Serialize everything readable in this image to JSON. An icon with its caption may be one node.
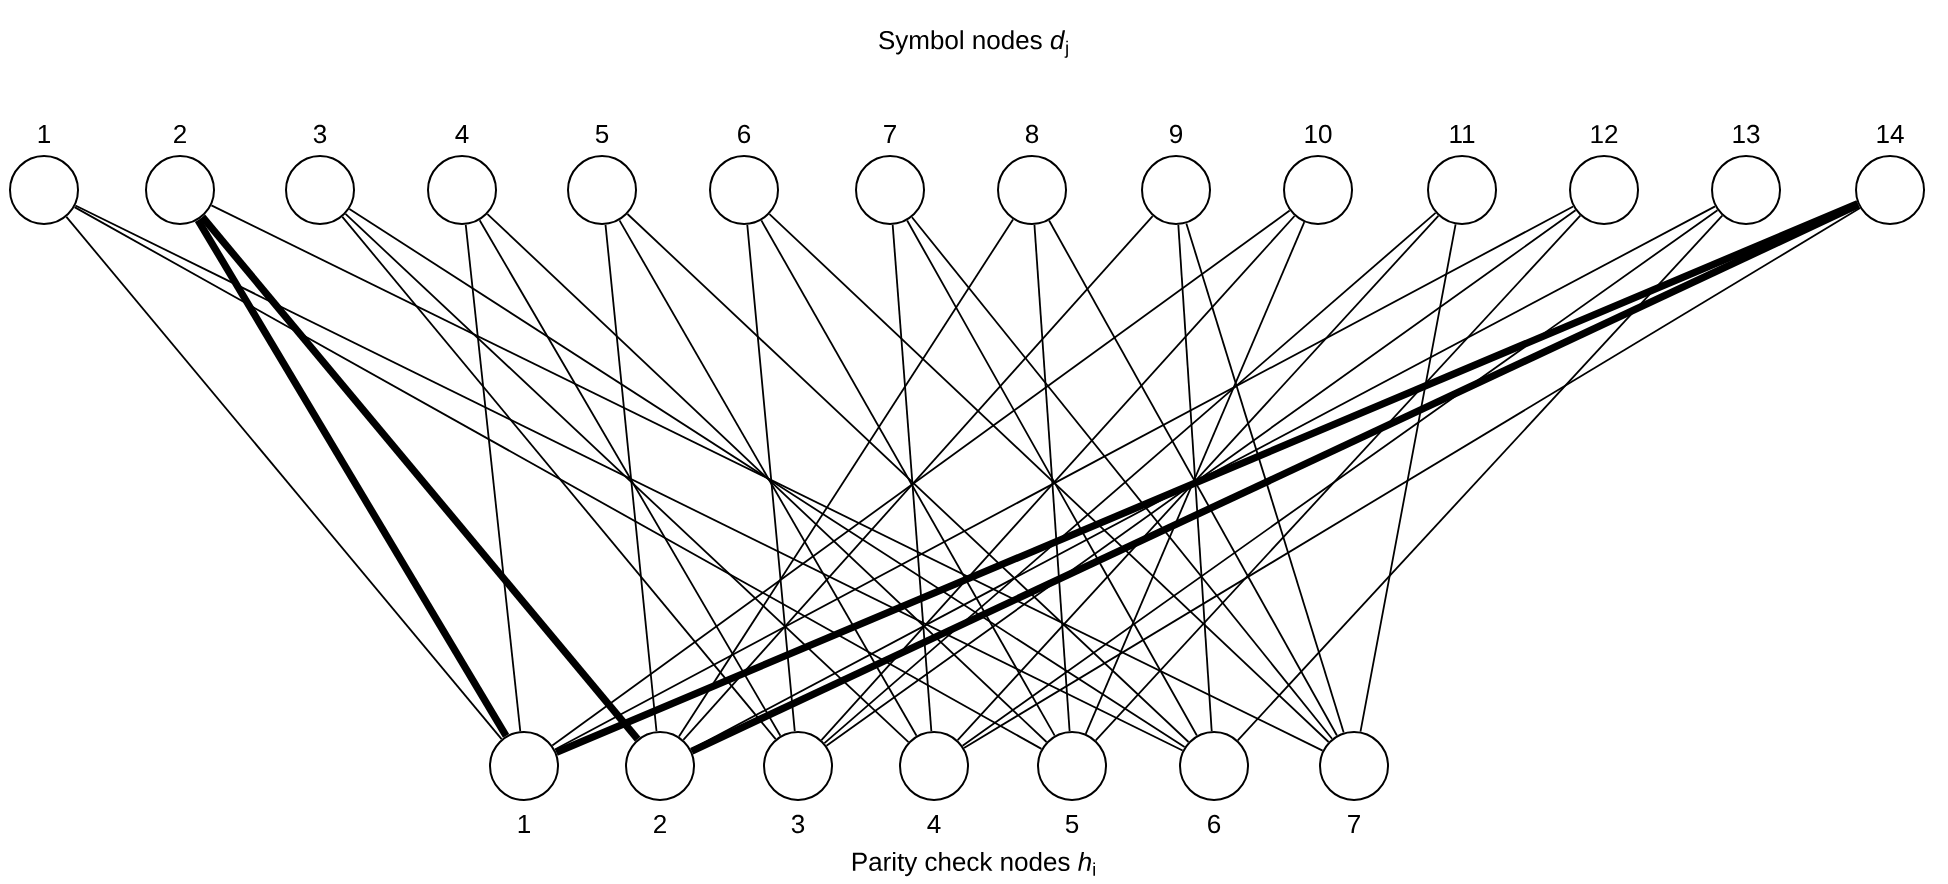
{
  "diagram": {
    "nodes": [
      {
        "text": [
          "1"
        ]
      },
      {
        "text": [
          "2"
        ]
      },
      {
        "text": [
          "3"
        ]
      },
      {
        "text": [
          "4"
        ]
      },
      {
        "text": [
          "5"
        ]
      },
      {
        "text": [
          "6"
        ]
      },
      {
        "text": [
          "7"
        ]
      },
      {
        "text": [
          "8"
        ]
      },
      {
        "text": [
          "9"
        ]
      },
      {
        "text": [
          "10"
        ]
      },
      {
        "text": [
          "11"
        ]
      },
      {
        "text": [
          "12"
        ]
      },
      {
        "text": [
          "13"
        ]
      },
      {
        "text": [
          "14"
        ]
      },
      {
        "text": [
          "1"
        ]
      },
      {
        "text": [
          "2"
        ]
      },
      {
        "text": [
          "3"
        ]
      },
      {
        "text": [
          "4"
        ]
      },
      {
        "text": [
          "5"
        ]
      },
      {
        "text": [
          "6"
        ]
      },
      {
        "text": [
          "7"
        ]
      }
    ],
    "edges": [
      {
        "from": 0,
        "to": 14,
        "arrow": "none"
      },
      {
        "from": 0,
        "to": 18,
        "arrow": "none"
      },
      {
        "from": 0,
        "to": 19,
        "arrow": "none"
      },
      {
        "from": 1,
        "to": 14,
        "arrow": "none",
        "style": "thick"
      },
      {
        "from": 1,
        "to": 15,
        "arrow": "none",
        "style": "thick"
      },
      {
        "from": 1,
        "to": 20,
        "arrow": "none"
      },
      {
        "from": 2,
        "to": 16,
        "arrow": "none"
      },
      {
        "from": 2,
        "to": 17,
        "arrow": "none"
      },
      {
        "from": 2,
        "to": 19,
        "arrow": "none"
      },
      {
        "from": 3,
        "to": 14,
        "arrow": "none"
      },
      {
        "from": 3,
        "to": 16,
        "arrow": "none"
      },
      {
        "from": 3,
        "to": 18,
        "arrow": "none"
      },
      {
        "from": 4,
        "to": 15,
        "arrow": "none"
      },
      {
        "from": 4,
        "to": 17,
        "arrow": "none"
      },
      {
        "from": 4,
        "to": 19,
        "arrow": "none"
      },
      {
        "from": 5,
        "to": 16,
        "arrow": "none"
      },
      {
        "from": 5,
        "to": 18,
        "arrow": "none"
      },
      {
        "from": 5,
        "to": 20,
        "arrow": "none"
      },
      {
        "from": 6,
        "to": 17,
        "arrow": "none"
      },
      {
        "from": 6,
        "to": 19,
        "arrow": "none"
      },
      {
        "from": 6,
        "to": 20,
        "arrow": "none"
      },
      {
        "from": 7,
        "to": 15,
        "arrow": "none"
      },
      {
        "from": 7,
        "to": 18,
        "arrow": "none"
      },
      {
        "from": 7,
        "to": 20,
        "arrow": "none"
      },
      {
        "from": 8,
        "to": 15,
        "arrow": "none"
      },
      {
        "from": 8,
        "to": 19,
        "arrow": "none"
      },
      {
        "from": 8,
        "to": 20,
        "arrow": "none"
      },
      {
        "from": 9,
        "to": 14,
        "arrow": "none"
      },
      {
        "from": 9,
        "to": 16,
        "arrow": "none"
      },
      {
        "from": 9,
        "to": 18,
        "arrow": "none"
      },
      {
        "from": 10,
        "to": 16,
        "arrow": "none"
      },
      {
        "from": 10,
        "to": 17,
        "arrow": "none"
      },
      {
        "from": 10,
        "to": 20,
        "arrow": "none"
      },
      {
        "from": 11,
        "to": 14,
        "arrow": "none"
      },
      {
        "from": 11,
        "to": 16,
        "arrow": "none"
      },
      {
        "from": 11,
        "to": 18,
        "arrow": "none"
      },
      {
        "from": 12,
        "to": 15,
        "arrow": "none"
      },
      {
        "from": 12,
        "to": 17,
        "arrow": "none"
      },
      {
        "from": 12,
        "to": 19,
        "arrow": "none"
      },
      {
        "from": 13,
        "to": 14,
        "arrow": "none",
        "style": "thick"
      },
      {
        "from": 13,
        "to": 15,
        "arrow": "none",
        "style": "thick"
      },
      {
        "from": 13,
        "to": 17,
        "arrow": "none"
      }
    ],
    "labels": [
      "Symbol nodes *d*$_{j}$",
      "Parity check nodes *h*$_{i}$"
    ]
  }
}
